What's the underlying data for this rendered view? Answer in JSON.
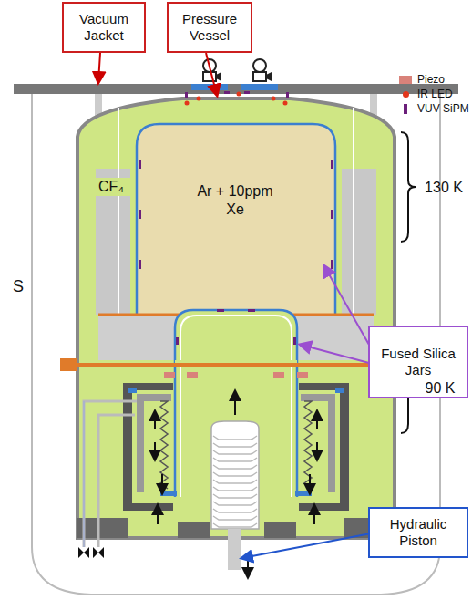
{
  "diagram": {
    "nodes": [
      {
        "text": [
          "Vacuum Jacket"
        ]
      },
      {
        "text": [
          "Pressure Vessel"
        ]
      },
      {
        "text": [
          "Fused Silica Jars"
        ]
      },
      {
        "text": [
          "Hydraulic Piston"
        ]
      }
    ],
    "labels": [
      "CF₄",
      "Ar + 10ppm Xe",
      "130 K",
      "90 K",
      "S"
    ],
    "legend": [
      {
        "text": "Piezo",
        "color": "#d9827a"
      },
      {
        "text": "IR LED",
        "color": "#e3361b"
      },
      {
        "text": "VUV SiPM",
        "color": "#6b1f7a"
      }
    ]
  }
}
